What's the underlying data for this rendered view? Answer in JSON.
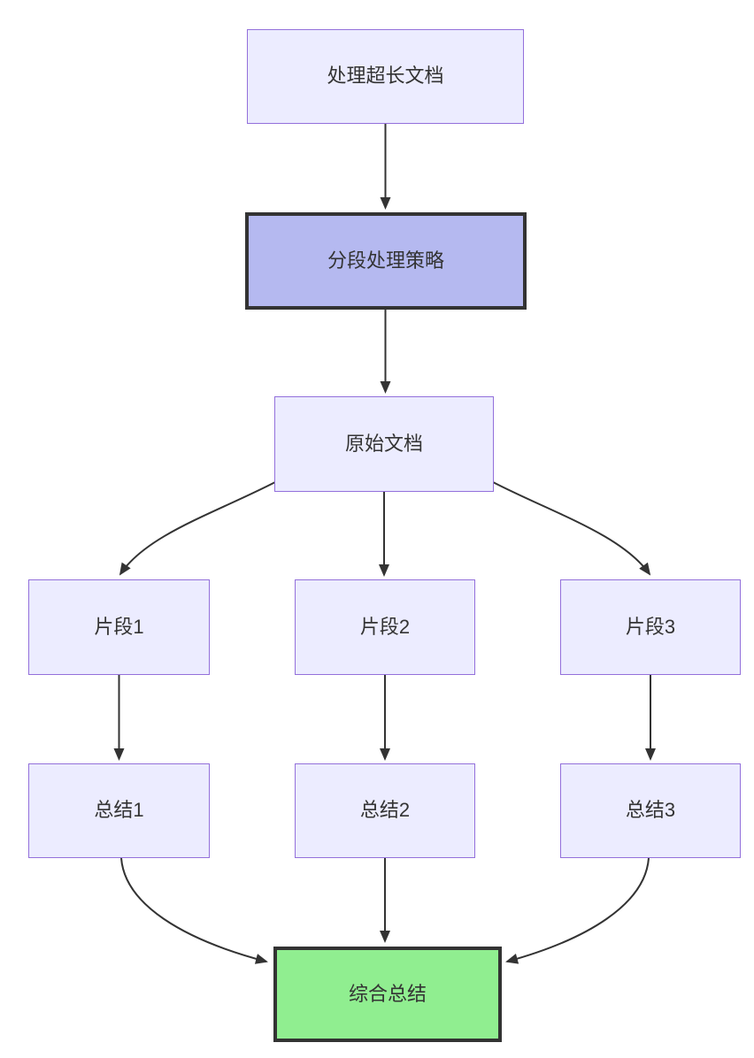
{
  "diagram": {
    "type": "flowchart-top-down",
    "nodes": {
      "start": {
        "label": "处理超长文档",
        "style": "default"
      },
      "strategy": {
        "label": "分段处理策略",
        "style": "emphasis"
      },
      "doc": {
        "label": "原始文档",
        "style": "default"
      },
      "seg1": {
        "label": "片段1",
        "style": "default"
      },
      "seg2": {
        "label": "片段2",
        "style": "default"
      },
      "seg3": {
        "label": "片段3",
        "style": "default"
      },
      "sum1": {
        "label": "总结1",
        "style": "default"
      },
      "sum2": {
        "label": "总结2",
        "style": "default"
      },
      "sum3": {
        "label": "总结3",
        "style": "default"
      },
      "final": {
        "label": "综合总结",
        "style": "success"
      }
    },
    "edges": [
      {
        "from": "start",
        "to": "strategy"
      },
      {
        "from": "strategy",
        "to": "doc"
      },
      {
        "from": "doc",
        "to": "seg1"
      },
      {
        "from": "doc",
        "to": "seg2"
      },
      {
        "from": "doc",
        "to": "seg3"
      },
      {
        "from": "seg1",
        "to": "sum1"
      },
      {
        "from": "seg2",
        "to": "sum2"
      },
      {
        "from": "seg3",
        "to": "sum3"
      },
      {
        "from": "sum1",
        "to": "final"
      },
      {
        "from": "sum2",
        "to": "final"
      },
      {
        "from": "sum3",
        "to": "final"
      }
    ],
    "colors": {
      "node_default_fill": "#ECECFF",
      "node_default_border": "#9370DB",
      "node_emphasis_fill": "#B5B9F0",
      "node_emphasis_border": "#333333",
      "node_success_fill": "#90EE90",
      "node_success_border": "#333333",
      "edge_stroke": "#333333",
      "text_color": "#333333",
      "background": "#ffffff"
    }
  }
}
